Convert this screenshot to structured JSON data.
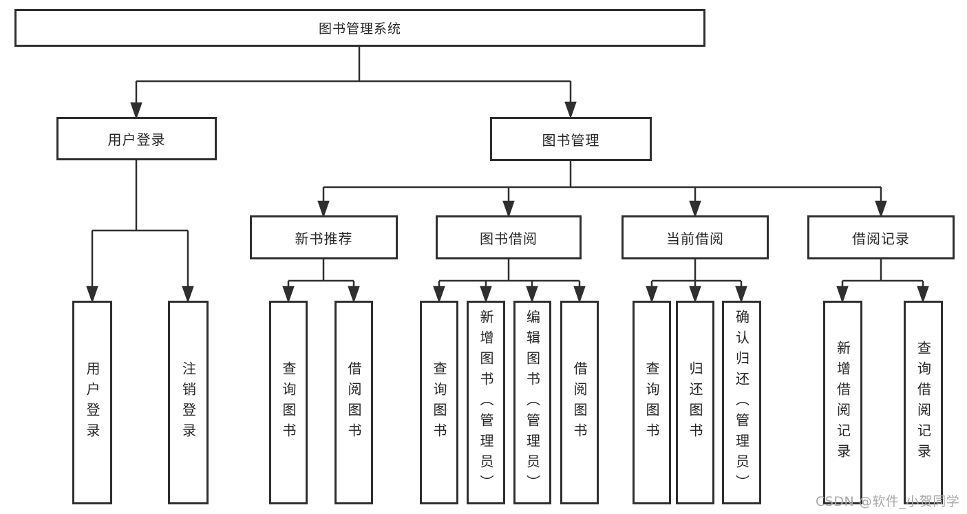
{
  "diagram": {
    "title": "图书管理系统",
    "type": "hierarchy-tree",
    "tree": {
      "label": "图书管理系统",
      "children": [
        {
          "label": "用户登录",
          "children": [
            {
              "label": "用户登录"
            },
            {
              "label": "注销登录"
            }
          ]
        },
        {
          "label": "图书管理",
          "children": [
            {
              "label": "新书推荐",
              "children": [
                {
                  "label": "查询图书"
                },
                {
                  "label": "借阅图书"
                }
              ]
            },
            {
              "label": "图书借阅",
              "children": [
                {
                  "label": "查询图书"
                },
                {
                  "label": "新增图书（管理员）"
                },
                {
                  "label": "编辑图书（管理员）"
                },
                {
                  "label": "借阅图书"
                }
              ]
            },
            {
              "label": "当前借阅",
              "children": [
                {
                  "label": "查询图书"
                },
                {
                  "label": "归还图书"
                },
                {
                  "label": "确认归还（管理员）"
                }
              ]
            },
            {
              "label": "借阅记录",
              "children": [
                {
                  "label": "新增借阅记录"
                },
                {
                  "label": "查询借阅记录"
                }
              ]
            }
          ]
        }
      ]
    },
    "colors": {
      "line": "#2f2f2f",
      "text": "#262626",
      "background": "#ffffff",
      "watermark": "#a9a9a9"
    },
    "watermark": "CSDN @软件_小贺同学"
  }
}
